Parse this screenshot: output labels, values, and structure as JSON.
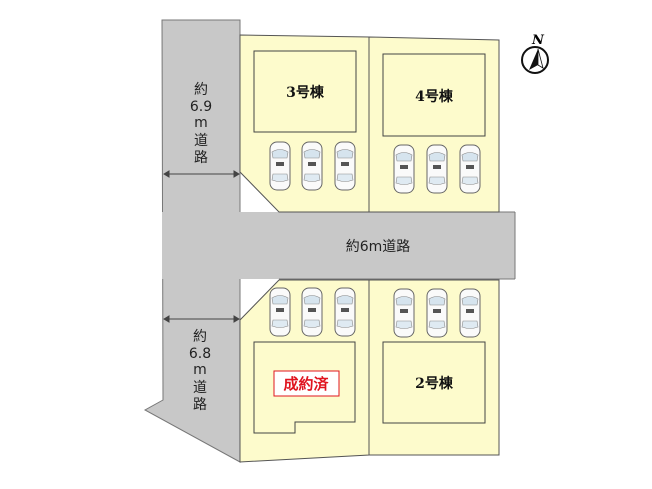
{
  "roads": {
    "west_upper": [
      "約",
      "6.9",
      "m",
      "道",
      "路"
    ],
    "west_lower": [
      "約",
      "6.8",
      "m",
      "道",
      "路"
    ],
    "center": "約6m道路"
  },
  "lots": {
    "lot3": "3号棟",
    "lot4": "4号棟",
    "lot1_status": "成約済",
    "lot2": "2号棟"
  },
  "compass": {
    "label": "N"
  },
  "colors": {
    "lot": "#fdfbcc",
    "road": "#c8c8c8",
    "sold": "#e0141e"
  }
}
